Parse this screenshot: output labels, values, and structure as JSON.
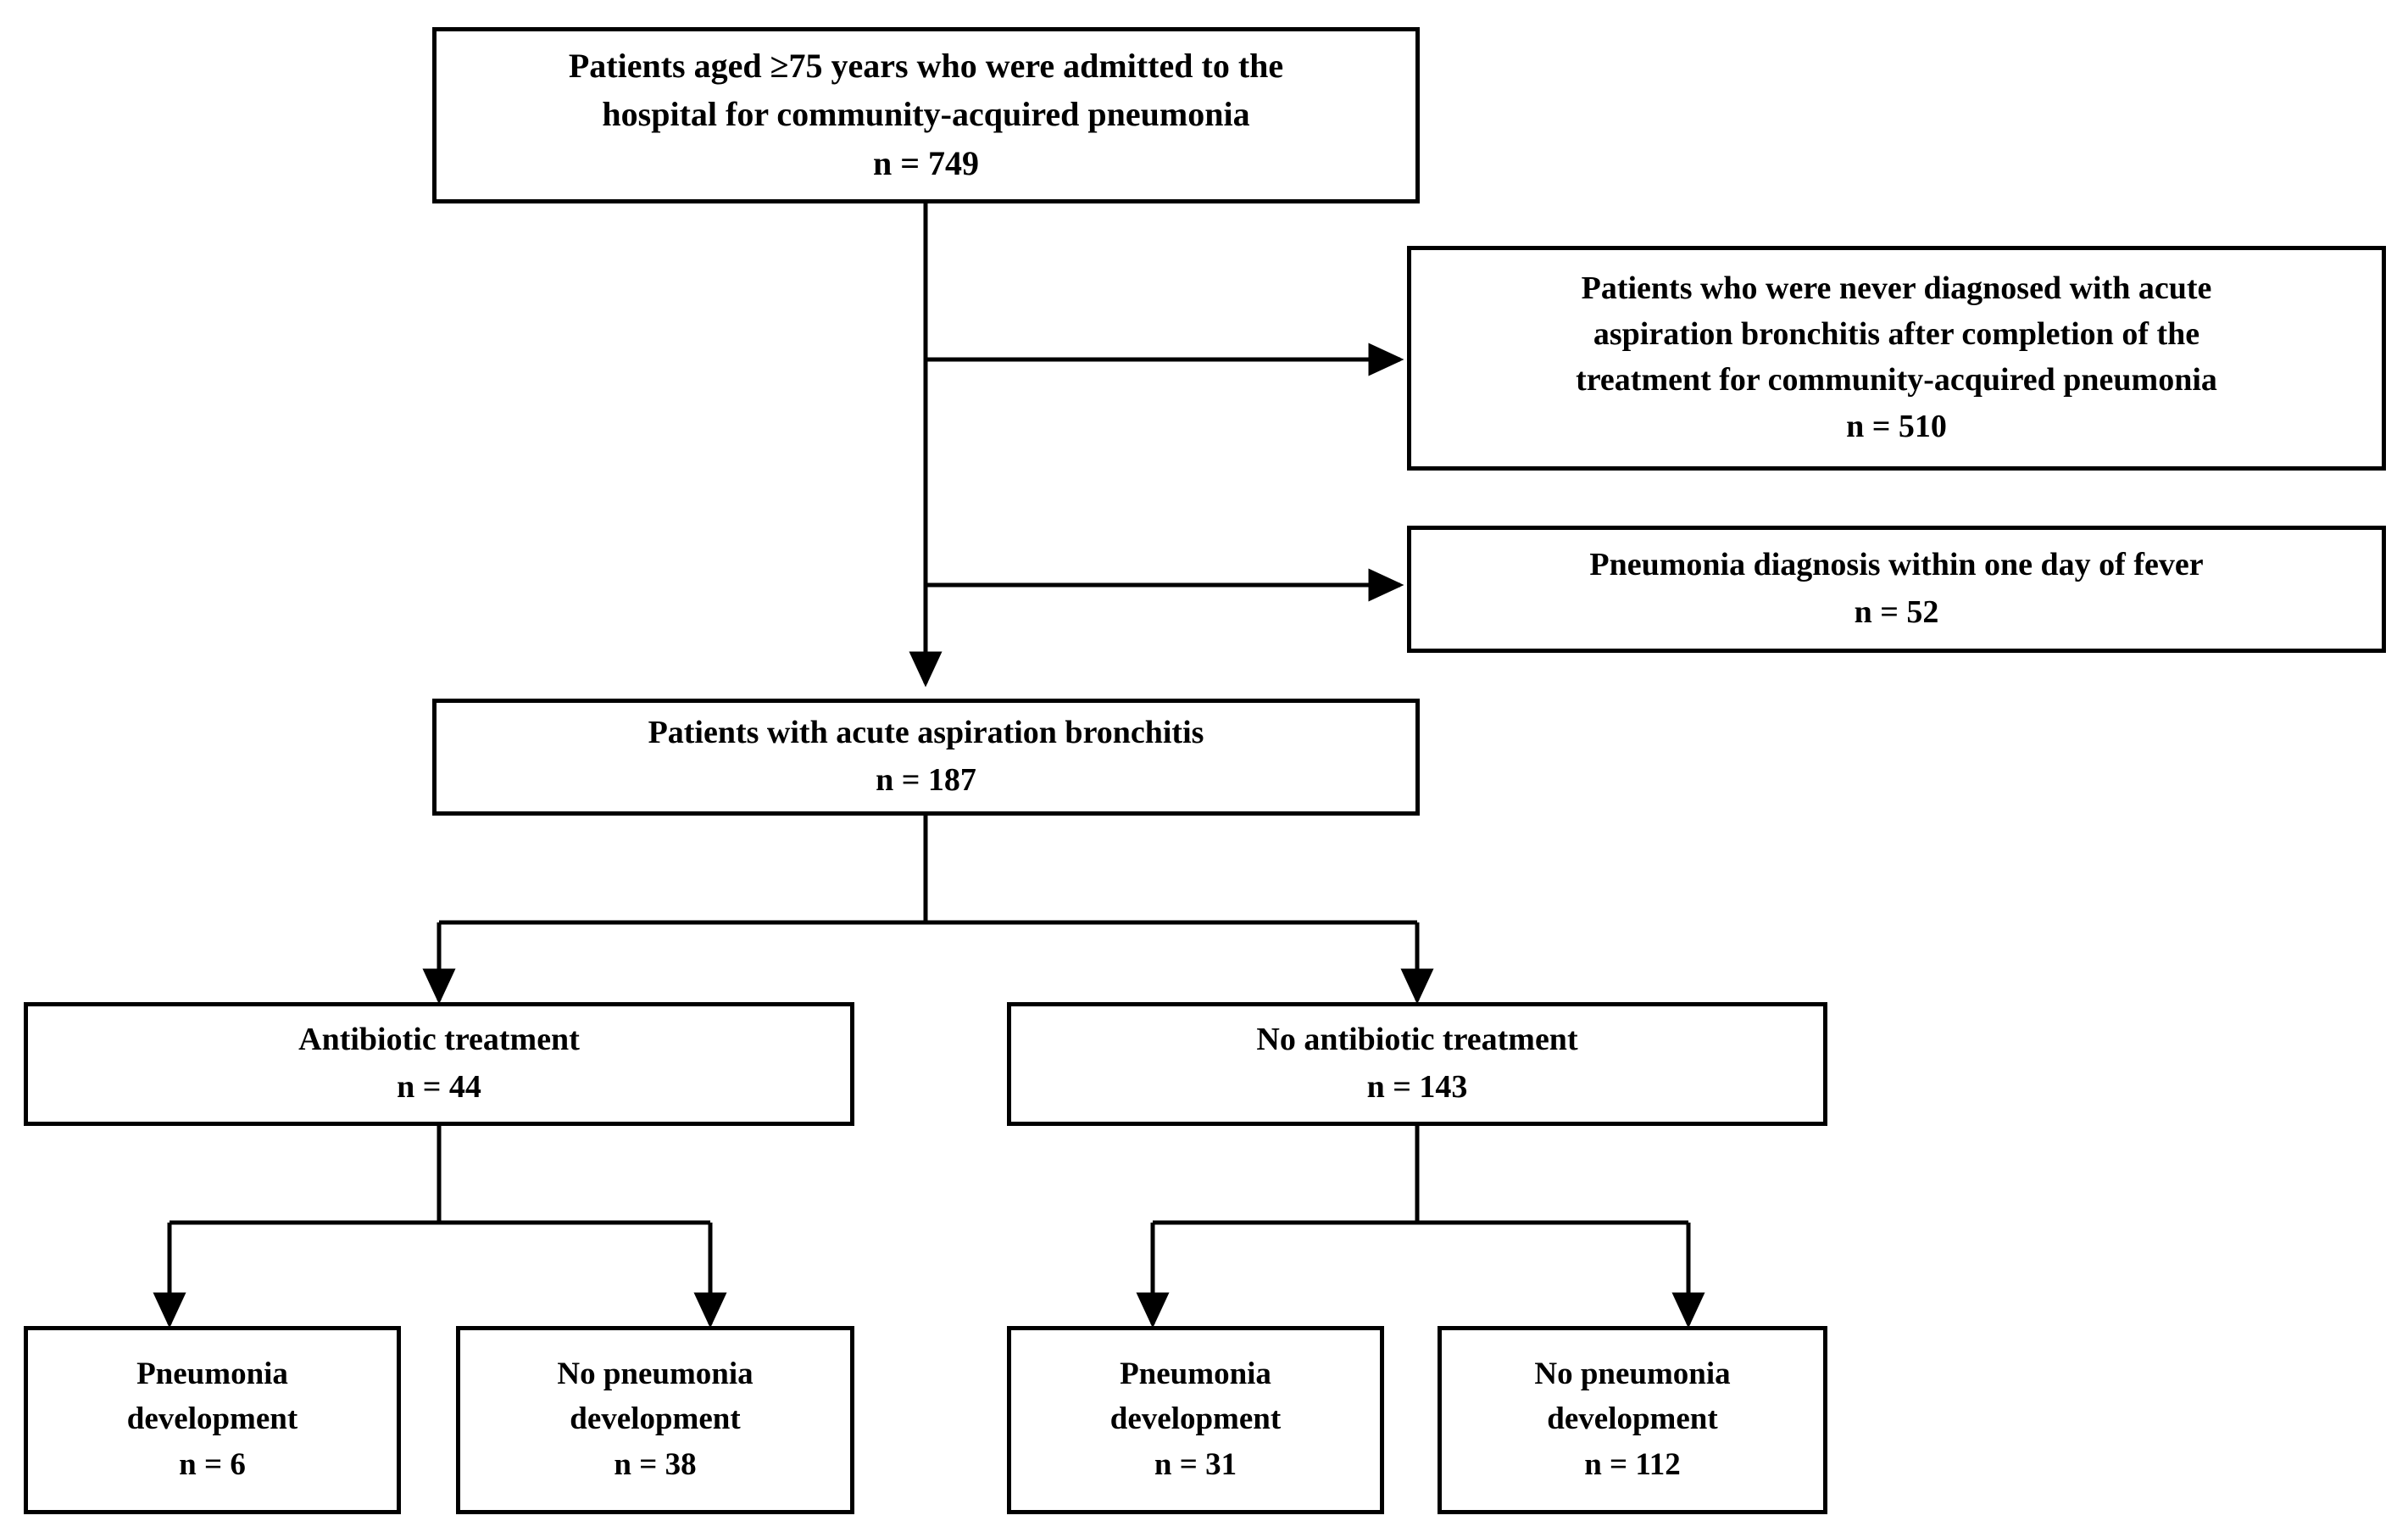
{
  "diagram": {
    "type": "patient-flow-diagram",
    "line_color": "#000000",
    "box_fill": "#ffffff",
    "text_color": "#000000",
    "nodes": {
      "enrolled": {
        "title_line1": "Patients aged ≥75 years who were admitted to the",
        "title_line2": "hospital for community-acquired pneumonia",
        "count": "n = 749"
      },
      "excluded_never_diagnosed": {
        "title_line1": "Patients who were never diagnosed with acute",
        "title_line2": "aspiration bronchitis after completion of the",
        "title_line3": "treatment for community-acquired pneumonia",
        "count": "n = 510"
      },
      "excluded_within_one_day": {
        "title_line1": "Pneumonia diagnosis within one day of fever",
        "count": "n = 52"
      },
      "included": {
        "title_line1": "Patients with acute aspiration bronchitis",
        "count": "n = 187"
      },
      "antibiotic": {
        "title_line1": "Antibiotic treatment",
        "count": "n = 44"
      },
      "no_antibiotic": {
        "title_line1": "No antibiotic treatment",
        "count": "n = 143"
      },
      "abx_pneumonia": {
        "title_line1": "Pneumonia",
        "title_line2": "development",
        "count": "n = 6"
      },
      "abx_no_pneumonia": {
        "title_line1": "No pneumonia",
        "title_line2": "development",
        "count": "n = 38"
      },
      "noabx_pneumonia": {
        "title_line1": "Pneumonia",
        "title_line2": "development",
        "count": "n = 31"
      },
      "noabx_no_pneumonia": {
        "title_line1": "No pneumonia",
        "title_line2": "development",
        "count": "n = 112"
      }
    }
  }
}
